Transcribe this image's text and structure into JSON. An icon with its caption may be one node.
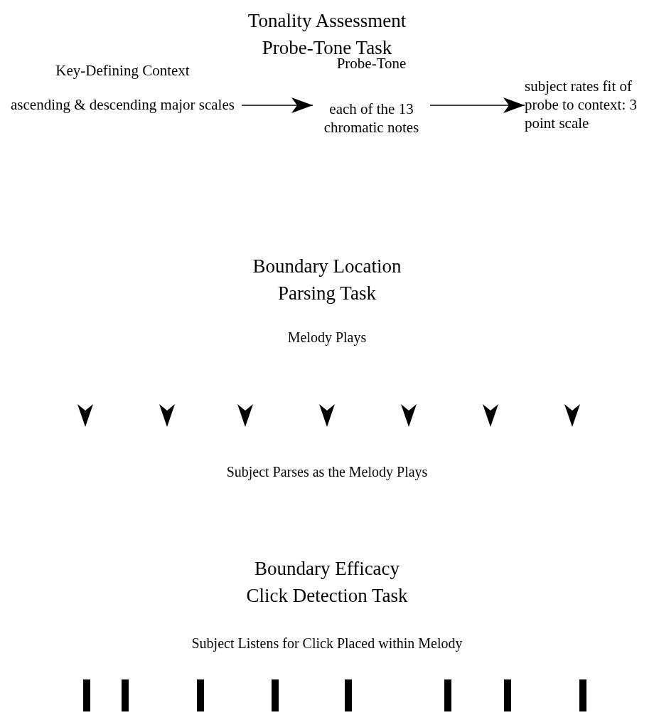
{
  "diagram": {
    "nodes": [
      {
        "text": [
          "Key-Defining Context",
          "ascending & descending major scales"
        ]
      },
      {
        "text": [
          "Probe-Tone",
          "each of the 13 chromatic notes"
        ]
      },
      {
        "text": [
          "subject rates fit of probe to context: 3 point scale"
        ]
      }
    ],
    "edges": [
      {
        "from": 0,
        "to": 1,
        "arrow": "to"
      },
      {
        "from": 1,
        "to": 2,
        "arrow": "to"
      }
    ],
    "labels": [
      "Tonality Assessment",
      "Probe-Tone Task",
      "Boundary Location",
      "Parsing Task",
      "Melody Plays",
      "Subject Parses as the Melody Plays",
      "Boundary Efficacy",
      "Click Detection Task",
      "Subject Listens for Click Placed within Melody"
    ]
  }
}
